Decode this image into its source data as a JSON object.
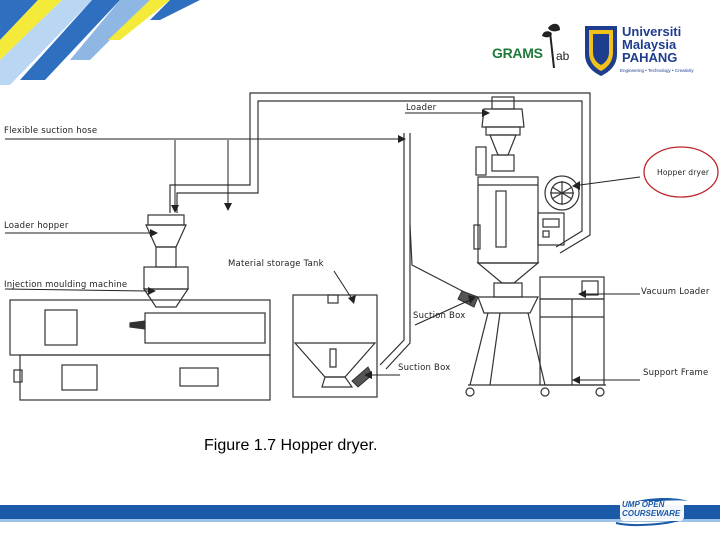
{
  "labels": {
    "loader": "Loader",
    "flexible_suction_hose": "Flexible suction hose",
    "hopper_dryer": "Hopper dryer",
    "loader_hopper": "Loader hopper",
    "material_storage_tank": "Material storage Tank",
    "injection_moulding_machine": "Injection moulding machine",
    "suction_box_1": "Suction Box",
    "suction_box_2": "Suction Box",
    "vacuum_loader": "Vacuum Loader",
    "support_frame": "Support Frame"
  },
  "caption": "Figure 1.7 Hopper dryer.",
  "branding": {
    "grams_text": "GRAMS",
    "lab_text": "ab",
    "university_line1": "Universiti",
    "university_line2": "Malaysia",
    "university_line3": "PAHANG",
    "tagline": "Engineering • Technology • Creativity",
    "ocw_line1": "UMP OPEN",
    "ocw_line2": "COURSEWARE"
  },
  "colors": {
    "footer_blue": "#1b5aa8",
    "highlight_ring": "#c0282d",
    "corner_blue": "#2f6fc0",
    "corner_yellow": "#f3ea3a"
  }
}
